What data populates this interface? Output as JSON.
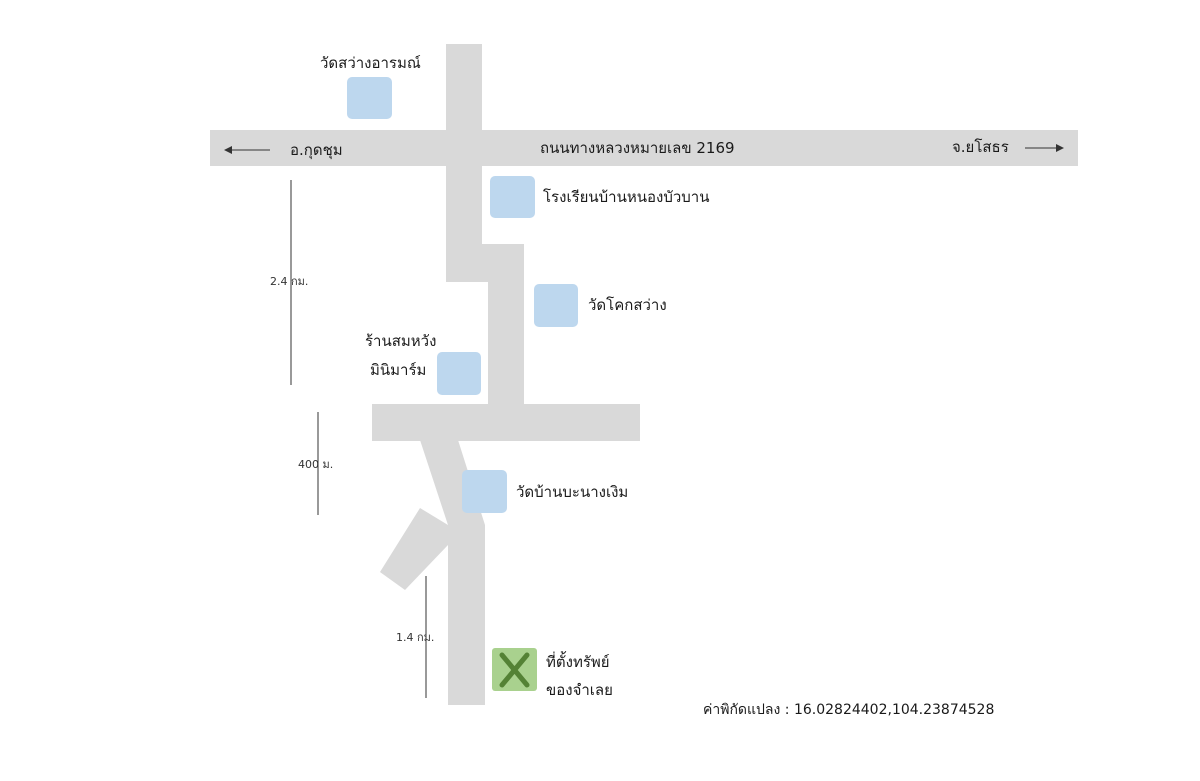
{
  "roads": {
    "highway_label": "ถนนทางหลวงหมายเลข 2169",
    "west_destination": "อ.กุดชุม",
    "east_destination": "จ.ยโสธร"
  },
  "landmarks": {
    "temple_north": "วัดสว่างอารมณ์",
    "school": "โรงเรียนบ้านหนองบัวบาน",
    "temple_khok_sawang": "วัดโคกสว่าง",
    "shop_line1": "ร้านสมหวัง",
    "shop_line2": "มินิมาร์ม",
    "temple_bana_ngoen": "วัดบ้านบะนางเงิม"
  },
  "distances": {
    "first_segment": "2.4 กม.",
    "second_segment": "400 ม.",
    "third_segment": "1.4 กม."
  },
  "property": {
    "label_line1": "ที่ตั้งทรัพย์",
    "label_line2": "ของจำเลย"
  },
  "coordinates": {
    "text": "ค่าพิกัดแปลง : 16.02824402,104.23874528"
  },
  "colors": {
    "road": "#d9d9d9",
    "landmark": "#bdd7ee",
    "property_marker_bg": "#a9d18e",
    "property_marker_x": "#548235"
  }
}
